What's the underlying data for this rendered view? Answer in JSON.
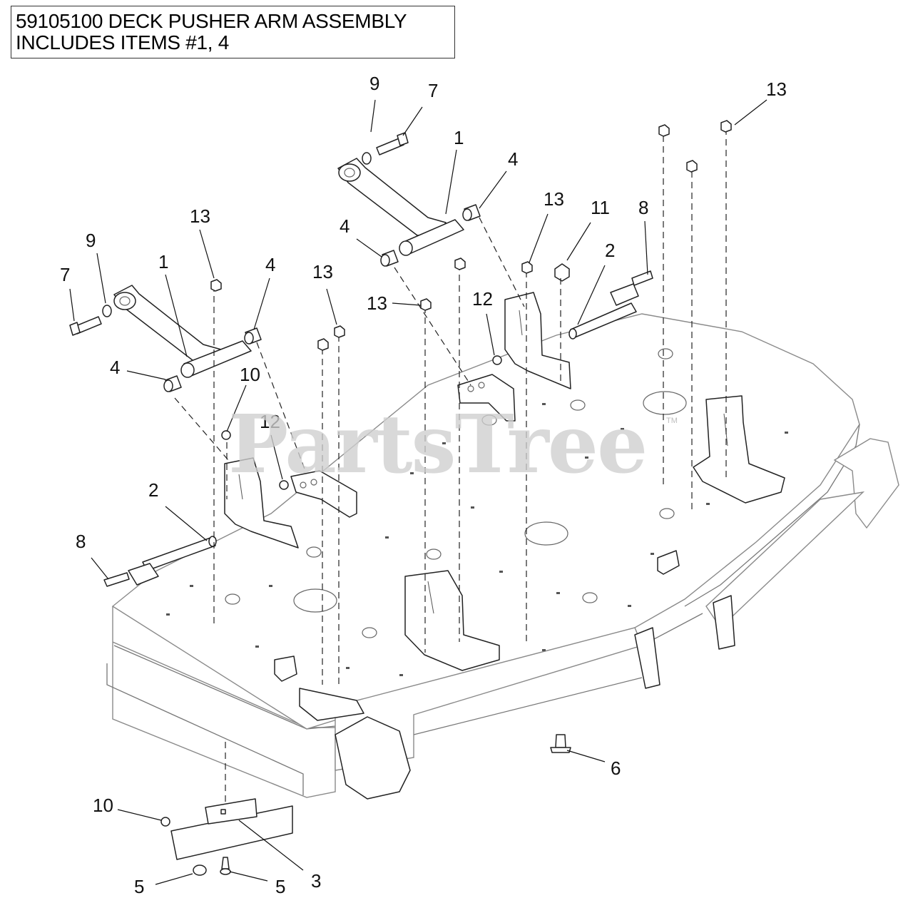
{
  "title": {
    "line1": "59105100 DECK PUSHER ARM ASSEMBLY",
    "line2": "INCLUDES ITEMS #1, 4"
  },
  "watermark": {
    "text": "PartsTree",
    "mark": "TM"
  },
  "callouts": {
    "c1": "9",
    "c2": "7",
    "c3": "13",
    "c4": "1",
    "c5": "4",
    "c6": "13",
    "c7": "11",
    "c8": "8",
    "c9": "4",
    "c10": "2",
    "c11": "13",
    "c12": "9",
    "c13": "7",
    "c14": "1",
    "c15": "4",
    "c16": "13",
    "c17": "13",
    "c18": "12",
    "c19": "4",
    "c20": "10",
    "c21": "12",
    "c22": "2",
    "c23": "8",
    "c24": "6",
    "c25": "10",
    "c26": "3",
    "c27": "5",
    "c28": "5"
  }
}
